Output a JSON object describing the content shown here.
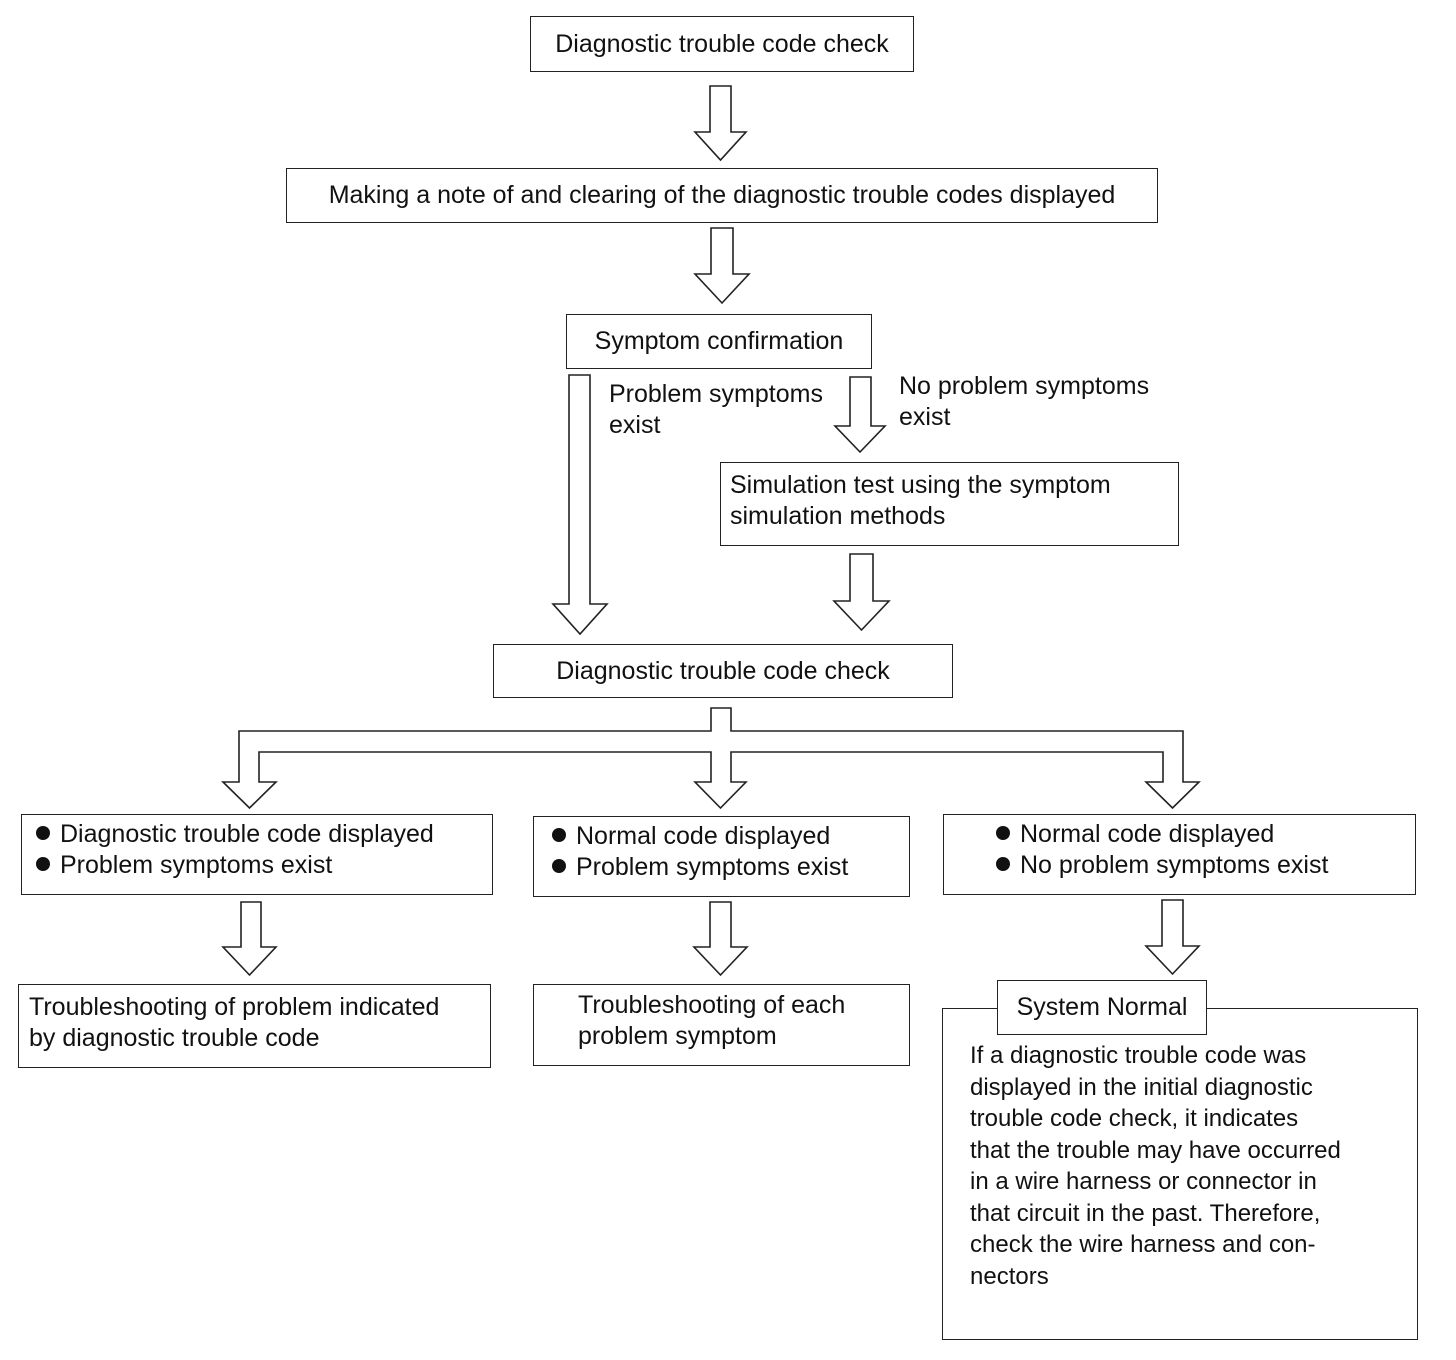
{
  "nodes": {
    "start": "Diagnostic trouble code check",
    "note_clear": "Making a note of and clearing of the diagnostic trouble codes displayed",
    "symptom_confirmation": "Symptom confirmation",
    "simulation_test": [
      "Simulation test using the symptom",
      "simulation methods"
    ],
    "second_check": "Diagnostic trouble code check",
    "case_a": [
      "Diagnostic trouble code displayed",
      "Problem symptoms exist"
    ],
    "case_b": [
      "Normal code displayed",
      "Problem symptoms exist"
    ],
    "case_c": [
      "Normal code displayed",
      "No problem symptoms exist"
    ],
    "result_a": [
      "Troubleshooting of problem indicated",
      "by diagnostic trouble code"
    ],
    "result_b": [
      "Troubleshooting of each",
      "problem symptom"
    ],
    "system_normal": "System Normal",
    "system_normal_note": [
      "If a diagnostic trouble code was",
      "displayed in the initial diagnostic",
      "trouble code check, it indicates",
      "that the trouble may have occurred",
      "in a wire harness or connector in",
      "that circuit in the past. Therefore,",
      "check the wire harness and con-",
      "nectors"
    ]
  },
  "edge_labels": {
    "problem_exist": [
      "Problem symptoms",
      "exist"
    ],
    "no_problem_exist": [
      "No problem symptoms",
      "exist"
    ]
  }
}
